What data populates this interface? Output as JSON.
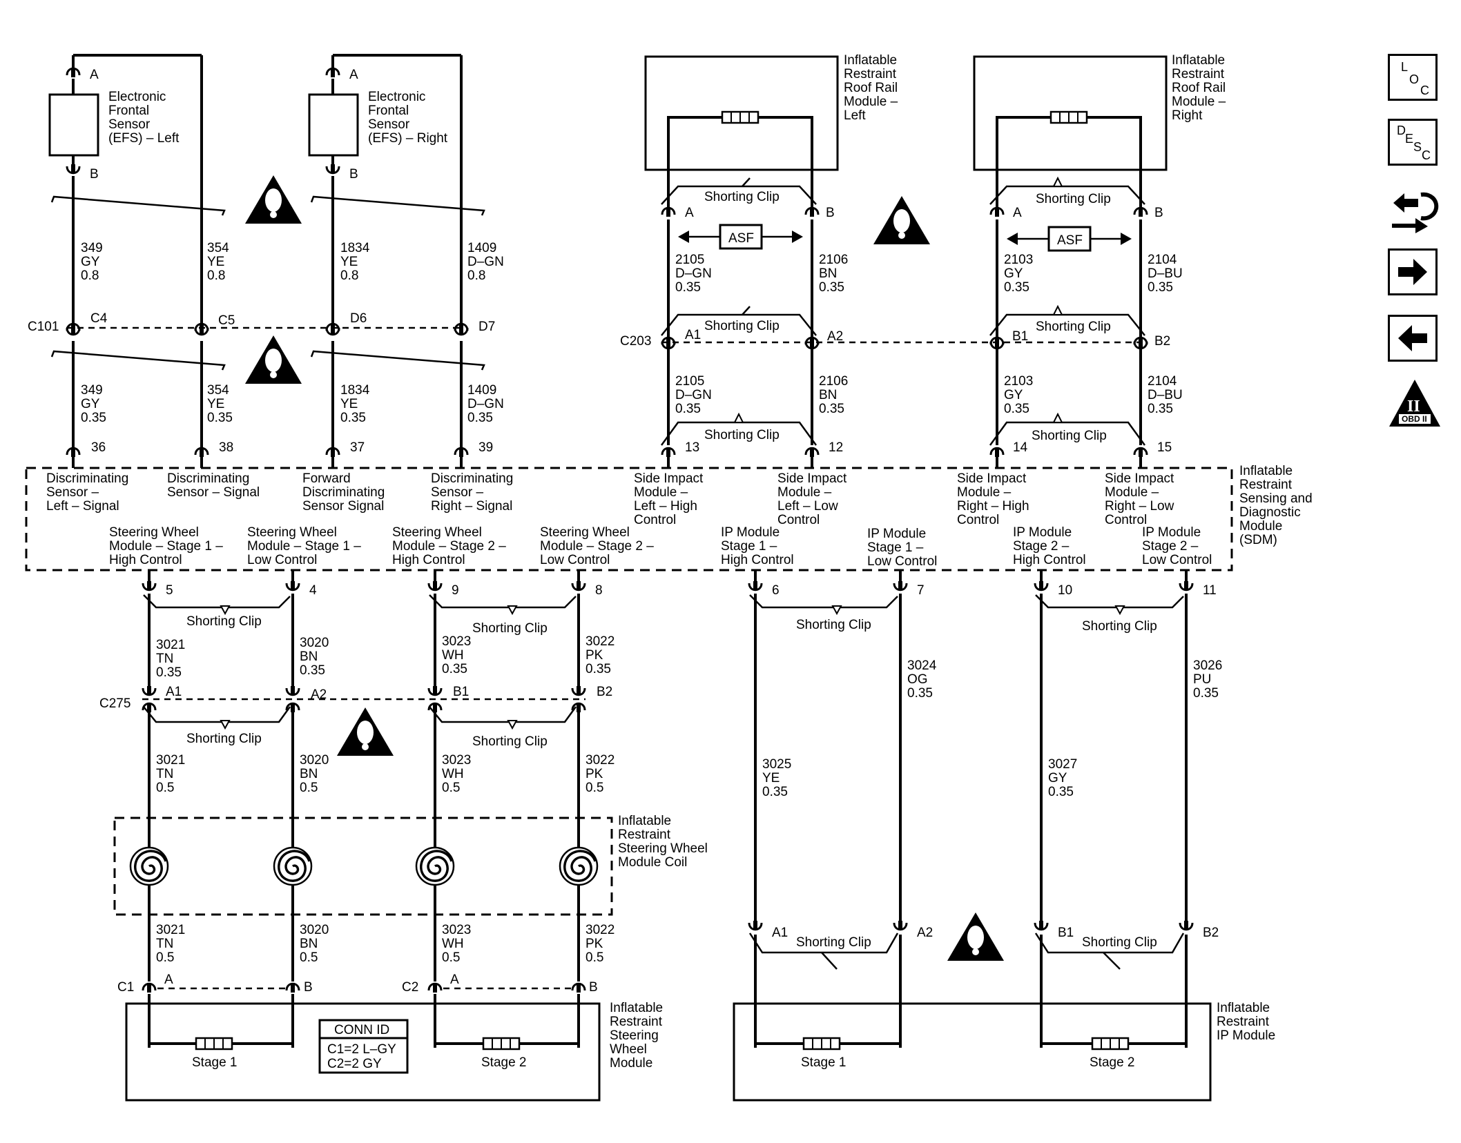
{
  "sensors": {
    "left": {
      "lines": [
        "Electronic",
        "Frontal",
        "Sensor",
        "(EFS) – Left"
      ],
      "pin_top": "A",
      "pin_bottom": "B"
    },
    "right": {
      "lines": [
        "Electronic",
        "Frontal",
        "Sensor",
        "(EFS) – Right"
      ],
      "pin_top": "A",
      "pin_bottom": "B"
    }
  },
  "roof_rail": {
    "left": {
      "lines": [
        "Inflatable",
        "Restraint",
        "Roof Rail",
        "Module –",
        "Left"
      ]
    },
    "right": {
      "lines": [
        "Inflatable",
        "Restraint",
        "Roof Rail",
        "Module –",
        "Right"
      ]
    }
  },
  "clip_label": "Shorting Clip",
  "asf_label": "ASF",
  "upper_wires": {
    "w349": {
      "upper": [
        "349",
        "GY",
        "0.8"
      ],
      "lower": [
        "349",
        "GY",
        "0.35"
      ]
    },
    "w354": {
      "upper": [
        "354",
        "YE",
        "0.8"
      ],
      "lower": [
        "354",
        "YE",
        "0.35"
      ]
    },
    "w1834": {
      "upper": [
        "1834",
        "YE",
        "0.8"
      ],
      "lower": [
        "1834",
        "YE",
        "0.35"
      ]
    },
    "w1409": {
      "upper": [
        "1409",
        "D–GN",
        "0.8"
      ],
      "lower": [
        "1409",
        "D–GN",
        "0.35"
      ]
    },
    "w2105": {
      "upper": [
        "2105",
        "D–GN",
        "0.35"
      ],
      "lower": [
        "2105",
        "D–GN",
        "0.35"
      ]
    },
    "w2106": {
      "upper": [
        "2106",
        "BN",
        "0.35"
      ],
      "lower": [
        "2106",
        "BN",
        "0.35"
      ]
    },
    "w2103": {
      "upper": [
        "2103",
        "GY",
        "0.35"
      ],
      "lower": [
        "2103",
        "GY",
        "0.35"
      ]
    },
    "w2104": {
      "upper": [
        "2104",
        "D–BU",
        "0.35"
      ],
      "lower": [
        "2104",
        "D–BU",
        "0.35"
      ]
    }
  },
  "connectors": {
    "c101": {
      "name": "C101",
      "pins": [
        "C4",
        "C5",
        "D6",
        "D7"
      ]
    },
    "c203": {
      "name": "C203",
      "pins": [
        "A1",
        "A2",
        "B1",
        "B2"
      ]
    },
    "c275": {
      "name": "C275",
      "pins": [
        "A1",
        "A2",
        "B1",
        "B2"
      ]
    },
    "ip": {
      "pins": [
        "A1",
        "A2",
        "B1",
        "B2"
      ]
    },
    "roof_pins": [
      "A",
      "B",
      "A",
      "B"
    ],
    "sw": {
      "c1": "C1",
      "c2": "C2",
      "pins": [
        "A",
        "B",
        "A",
        "B"
      ]
    }
  },
  "sdm": {
    "title": [
      "Inflatable",
      "Restraint",
      "Sensing and",
      "Diagnostic",
      "Module",
      "(SDM)"
    ],
    "top_pins": [
      "36",
      "38",
      "37",
      "39",
      "13",
      "12",
      "14",
      "15"
    ],
    "top_labels": [
      [
        "Discriminating",
        "Sensor –",
        "Left – Signal"
      ],
      [
        "Discriminating",
        "Sensor – Signal"
      ],
      [
        "Forward",
        "Discriminating",
        "Sensor Signal"
      ],
      [
        "Discriminating",
        "Sensor –",
        "Right – Signal"
      ],
      [
        "Side Impact",
        "Module –",
        "Left – High",
        "Control"
      ],
      [
        "Side Impact",
        "Module –",
        "Left – Low",
        "Control"
      ],
      [
        "Side Impact",
        "Module –",
        "Right – High",
        "Control"
      ],
      [
        "Side Impact",
        "Module –",
        "Right – Low",
        "Control"
      ]
    ],
    "bottom_labels": [
      [
        "Steering Wheel",
        "Module – Stage 1 –",
        "High Control"
      ],
      [
        "Steering Wheel",
        "Module – Stage 1 –",
        "Low Control"
      ],
      [
        "Steering Wheel",
        "Module – Stage 2 –",
        "High Control"
      ],
      [
        "Steering Wheel",
        "Module – Stage 2 –",
        "Low Control"
      ],
      [
        "IP Module",
        "Stage 1 –",
        "High Control"
      ],
      [
        "IP Module",
        "Stage 1 –",
        "Low Control"
      ],
      [
        "IP Module",
        "Stage 2 –",
        "High Control"
      ],
      [
        "IP Module",
        "Stage 2 –",
        "Low Control"
      ]
    ],
    "bottom_pins": [
      "5",
      "4",
      "9",
      "8",
      "6",
      "7",
      "10",
      "11"
    ]
  },
  "lower_wires": {
    "w3021": {
      "a": [
        "3021",
        "TN",
        "0.35"
      ],
      "b": [
        "3021",
        "TN",
        "0.5"
      ],
      "c": [
        "3021",
        "TN",
        "0.5"
      ]
    },
    "w3020": {
      "a": [
        "3020",
        "BN",
        "0.35"
      ],
      "b": [
        "3020",
        "BN",
        "0.5"
      ],
      "c": [
        "3020",
        "BN",
        "0.5"
      ]
    },
    "w3023": {
      "a": [
        "3023",
        "WH",
        "0.35"
      ],
      "b": [
        "3023",
        "WH",
        "0.5"
      ],
      "c": [
        "3023",
        "WH",
        "0.5"
      ]
    },
    "w3022": {
      "a": [
        "3022",
        "PK",
        "0.35"
      ],
      "b": [
        "3022",
        "PK",
        "0.5"
      ],
      "c": [
        "3022",
        "PK",
        "0.5"
      ]
    },
    "w3024": [
      "3024",
      "OG",
      "0.35"
    ],
    "w3025": [
      "3025",
      "YE",
      "0.35"
    ],
    "w3026": [
      "3026",
      "PU",
      "0.35"
    ],
    "w3027": [
      "3027",
      "GY",
      "0.35"
    ]
  },
  "coil": {
    "lines": [
      "Inflatable",
      "Restraint",
      "Steering Wheel",
      "Module Coil"
    ]
  },
  "sw_module": {
    "lines": [
      "Inflatable",
      "Restraint",
      "Steering",
      "Wheel",
      "Module"
    ],
    "stage1": "Stage 1",
    "stage2": "Stage 2"
  },
  "conn_id": {
    "title": "CONN ID",
    "lines": [
      "C1=2 L–GY",
      "C2=2 GY"
    ]
  },
  "ip_module": {
    "lines": [
      "Inflatable",
      "Restraint",
      "IP Module"
    ],
    "stage1": "Stage 1",
    "stage2": "Stage 2"
  },
  "nav": {
    "loc": {
      "l1": "L",
      "l2": "O",
      "l3": "C",
      "icon": "loc-icon"
    },
    "desc": {
      "l1": "D",
      "l2": "E",
      "l3": "S",
      "l4": "C",
      "icon": "desc-icon"
    },
    "connector_icon": "connector-end-view-icon",
    "next_icon": "right-arrow-icon",
    "prev_icon": "left-arrow-icon",
    "obd": {
      "numeral": "II",
      "label": "OBD II"
    }
  }
}
